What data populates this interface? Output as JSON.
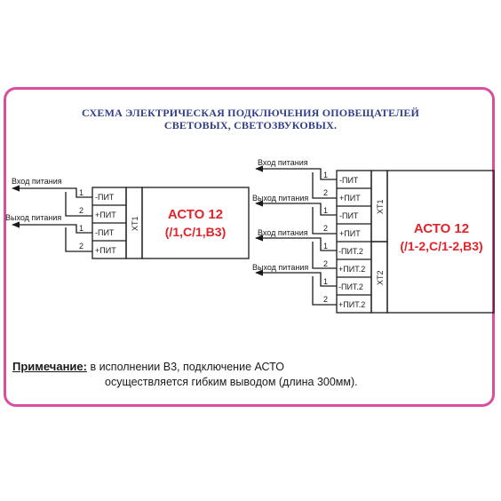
{
  "title": {
    "line1": "СХЕМА ЭЛЕКТРИЧЕСКАЯ ПОДКЛЮЧЕНИЯ ОПОВЕЩАТЕЛЕЙ",
    "line2": "СВЕТОВЫХ, СВЕТОЗВУКОВЫХ."
  },
  "left_device": {
    "name_line1": "АСТО 12",
    "name_line2": "(/1,С/1,В3)",
    "block_label": "XT1",
    "terminals": [
      {
        "label": "-ПИТ",
        "pin": "1"
      },
      {
        "label": "+ПИТ",
        "pin": "2"
      },
      {
        "label": "-ПИТ",
        "pin": "1"
      },
      {
        "label": "+ПИТ",
        "pin": "2"
      }
    ],
    "wire_in_label": "Вход питания",
    "wire_out_label": "Выход питания"
  },
  "right_device": {
    "name_line1": "АСТО 12",
    "name_line2": "(/1-2,С/1-2,В3)",
    "block1_label": "XT1",
    "block2_label": "XT2",
    "terminals": [
      {
        "label": "-ПИТ",
        "pin": "1"
      },
      {
        "label": "+ПИТ",
        "pin": "2"
      },
      {
        "label": "-ПИТ",
        "pin": "1"
      },
      {
        "label": "+ПИТ",
        "pin": "2"
      },
      {
        "label": "-ПИТ.2",
        "pin": "1"
      },
      {
        "label": "+ПИТ.2",
        "pin": "2"
      },
      {
        "label": "-ПИТ.2",
        "pin": "1"
      },
      {
        "label": "+ПИТ.2",
        "pin": "2"
      }
    ],
    "wire_labels": [
      "Вход питания",
      "Выход питания",
      "Вход питания",
      "Выход питания"
    ]
  },
  "note": {
    "label": "Примечание:",
    "line1": " в исполнении В3, подключение АСТО",
    "line2": "осуществляется гибким выводом (длина 300мм)."
  },
  "colors": {
    "frame": "#d94fa0",
    "title": "#2f3e86",
    "device_name": "#e0242a",
    "line": "#1a1a1a"
  }
}
